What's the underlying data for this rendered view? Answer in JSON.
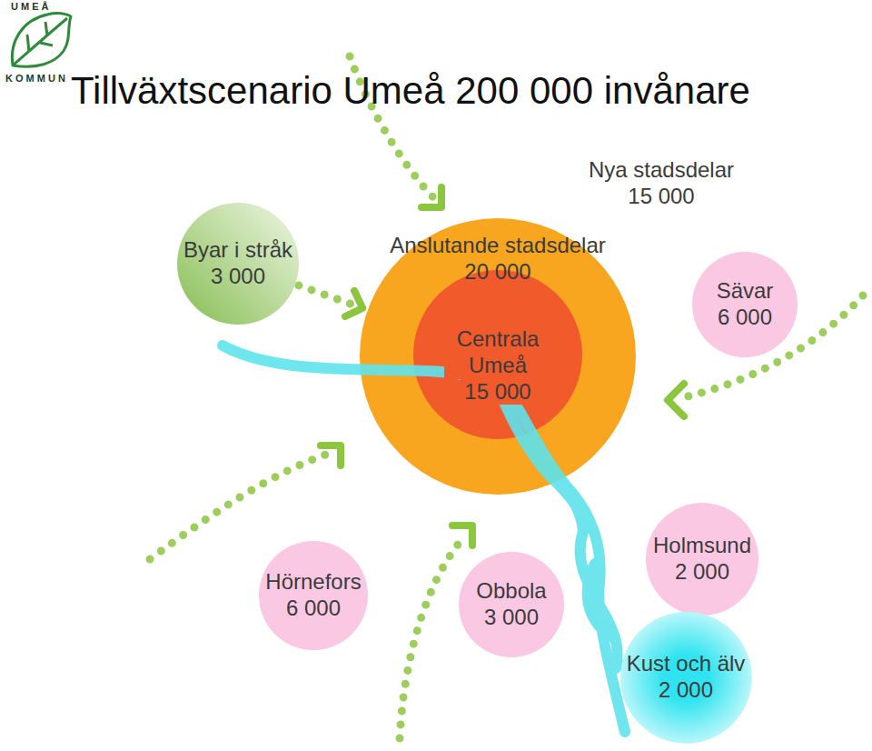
{
  "diagram": {
    "title": "Tillväxtscenario Umeå 200 000 invånare",
    "nodes": [
      {
        "text": [
          "Nya stadsdelar",
          "15 000"
        ]
      },
      {
        "text": [
          "Anslutande stadsdelar",
          "20 000"
        ],
        "in": 0
      },
      {
        "text": [
          "Centrala Umeå",
          "15 000"
        ],
        "in": 1
      },
      {
        "text": [
          "Byar i stråk",
          "3 000"
        ]
      },
      {
        "text": [
          "Sävar",
          "6 000"
        ]
      },
      {
        "text": [
          "Hörnefors",
          "6 000"
        ]
      },
      {
        "text": [
          "Obbola",
          "3 000"
        ]
      },
      {
        "text": [
          "Holmsund",
          "2 000"
        ]
      },
      {
        "text": [
          "Kust och älv",
          "2 000"
        ]
      }
    ],
    "edges": [
      {
        "from": 3,
        "to": 1,
        "arrow": "to"
      }
    ],
    "labels": [
      "U M E Å",
      "K O M M U N"
    ]
  }
}
